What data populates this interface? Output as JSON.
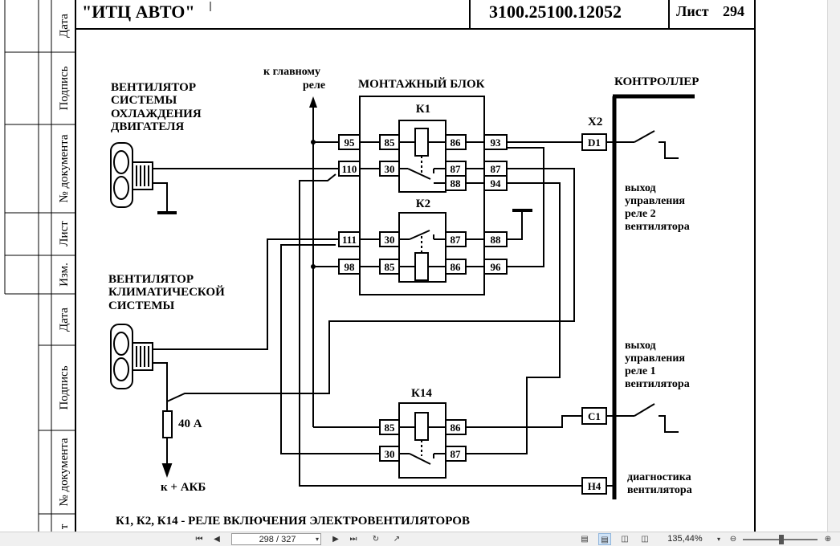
{
  "title_block": {
    "org": "\"ИТЦ АВТО\"",
    "doc_code": "3100.25100.12052",
    "sheet_label": "Лист",
    "sheet_number": "294"
  },
  "margin_stamp": [
    "Дата",
    "Подпись",
    "№ документа",
    "Лист",
    "Изм.",
    "Дата",
    "Подпись",
    "№ документа",
    "т"
  ],
  "labels": {
    "fan1": [
      "ВЕНТИЛЯТОР",
      "СИСТЕМЫ",
      "ОХЛАЖДЕНИЯ",
      "ДВИГАТЕЛЯ"
    ],
    "fan2": [
      "ВЕНТИЛЯТОР",
      "КЛИМАТИЧЕСКОЙ",
      "СИСТЕМЫ"
    ],
    "main_relay": [
      "к главному",
      "реле"
    ],
    "block": "МОНТАЖНЫЙ БЛОК",
    "controller": "КОНТРОЛЛЕР",
    "x2": "X2",
    "out2": [
      "выход",
      "управления",
      "реле 2",
      "вентилятора"
    ],
    "out1": [
      "выход",
      "управления",
      "реле 1",
      "вентилятора"
    ],
    "diag": [
      "диагностика",
      "вентилятора"
    ],
    "fuse": "40 А",
    "battery": "к + АКБ",
    "relay_k1": "К1",
    "relay_k2": "К2",
    "relay_k14": "К14",
    "caption": "К1, К2, К14 - РЕЛЕ ВКЛЮЧЕНИЯ ЭЛЕКТРОВЕНТИЛЯТОРОВ"
  },
  "pins": {
    "p95": "95",
    "p110": "110",
    "p111": "111",
    "p98": "98",
    "p93": "93",
    "p87a": "87",
    "p94": "94",
    "p88": "88",
    "p96": "96",
    "k1_85": "85",
    "k1_86": "86",
    "k1_30": "30",
    "k1_87": "87",
    "k1_88": "88",
    "k2_30": "30",
    "k2_87": "87",
    "k2_85": "85",
    "k2_86": "86",
    "k14_85": "85",
    "k14_86": "86",
    "k14_30": "30",
    "k14_87": "87",
    "d1": "D1",
    "c1": "C1",
    "h4": "H4"
  },
  "viewer": {
    "page": "298 / 327",
    "zoom": "135,44%"
  }
}
